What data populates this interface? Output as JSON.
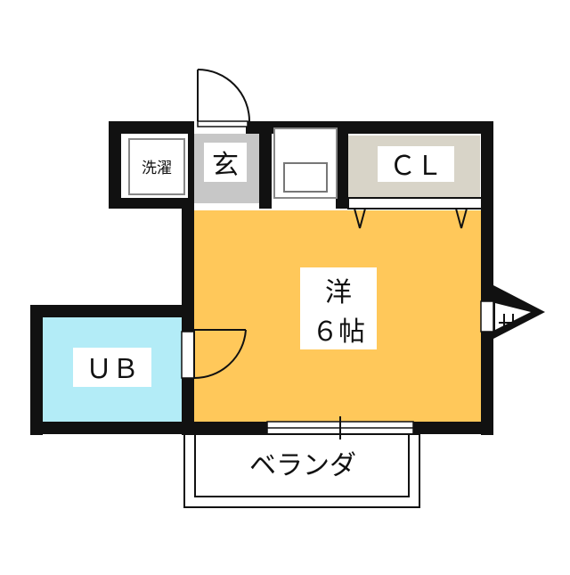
{
  "rooms": {
    "western": {
      "label_line1": "洋",
      "label_line2": "６帖",
      "color": "#FFC85A"
    },
    "closet": {
      "label": "ＣＬ",
      "color": "#D8D4C8"
    },
    "bath": {
      "label": "ＵＢ",
      "color": "#B3ECF7"
    },
    "entrance": {
      "label": "玄",
      "color": "#C7C7C7"
    },
    "laundry": {
      "label": "洗濯"
    },
    "veranda": {
      "label": "ベランダ"
    }
  },
  "colors": {
    "wall": "#111111",
    "fixture_gray": "#CFCFCF",
    "window_blue": "#7AA9C7"
  }
}
